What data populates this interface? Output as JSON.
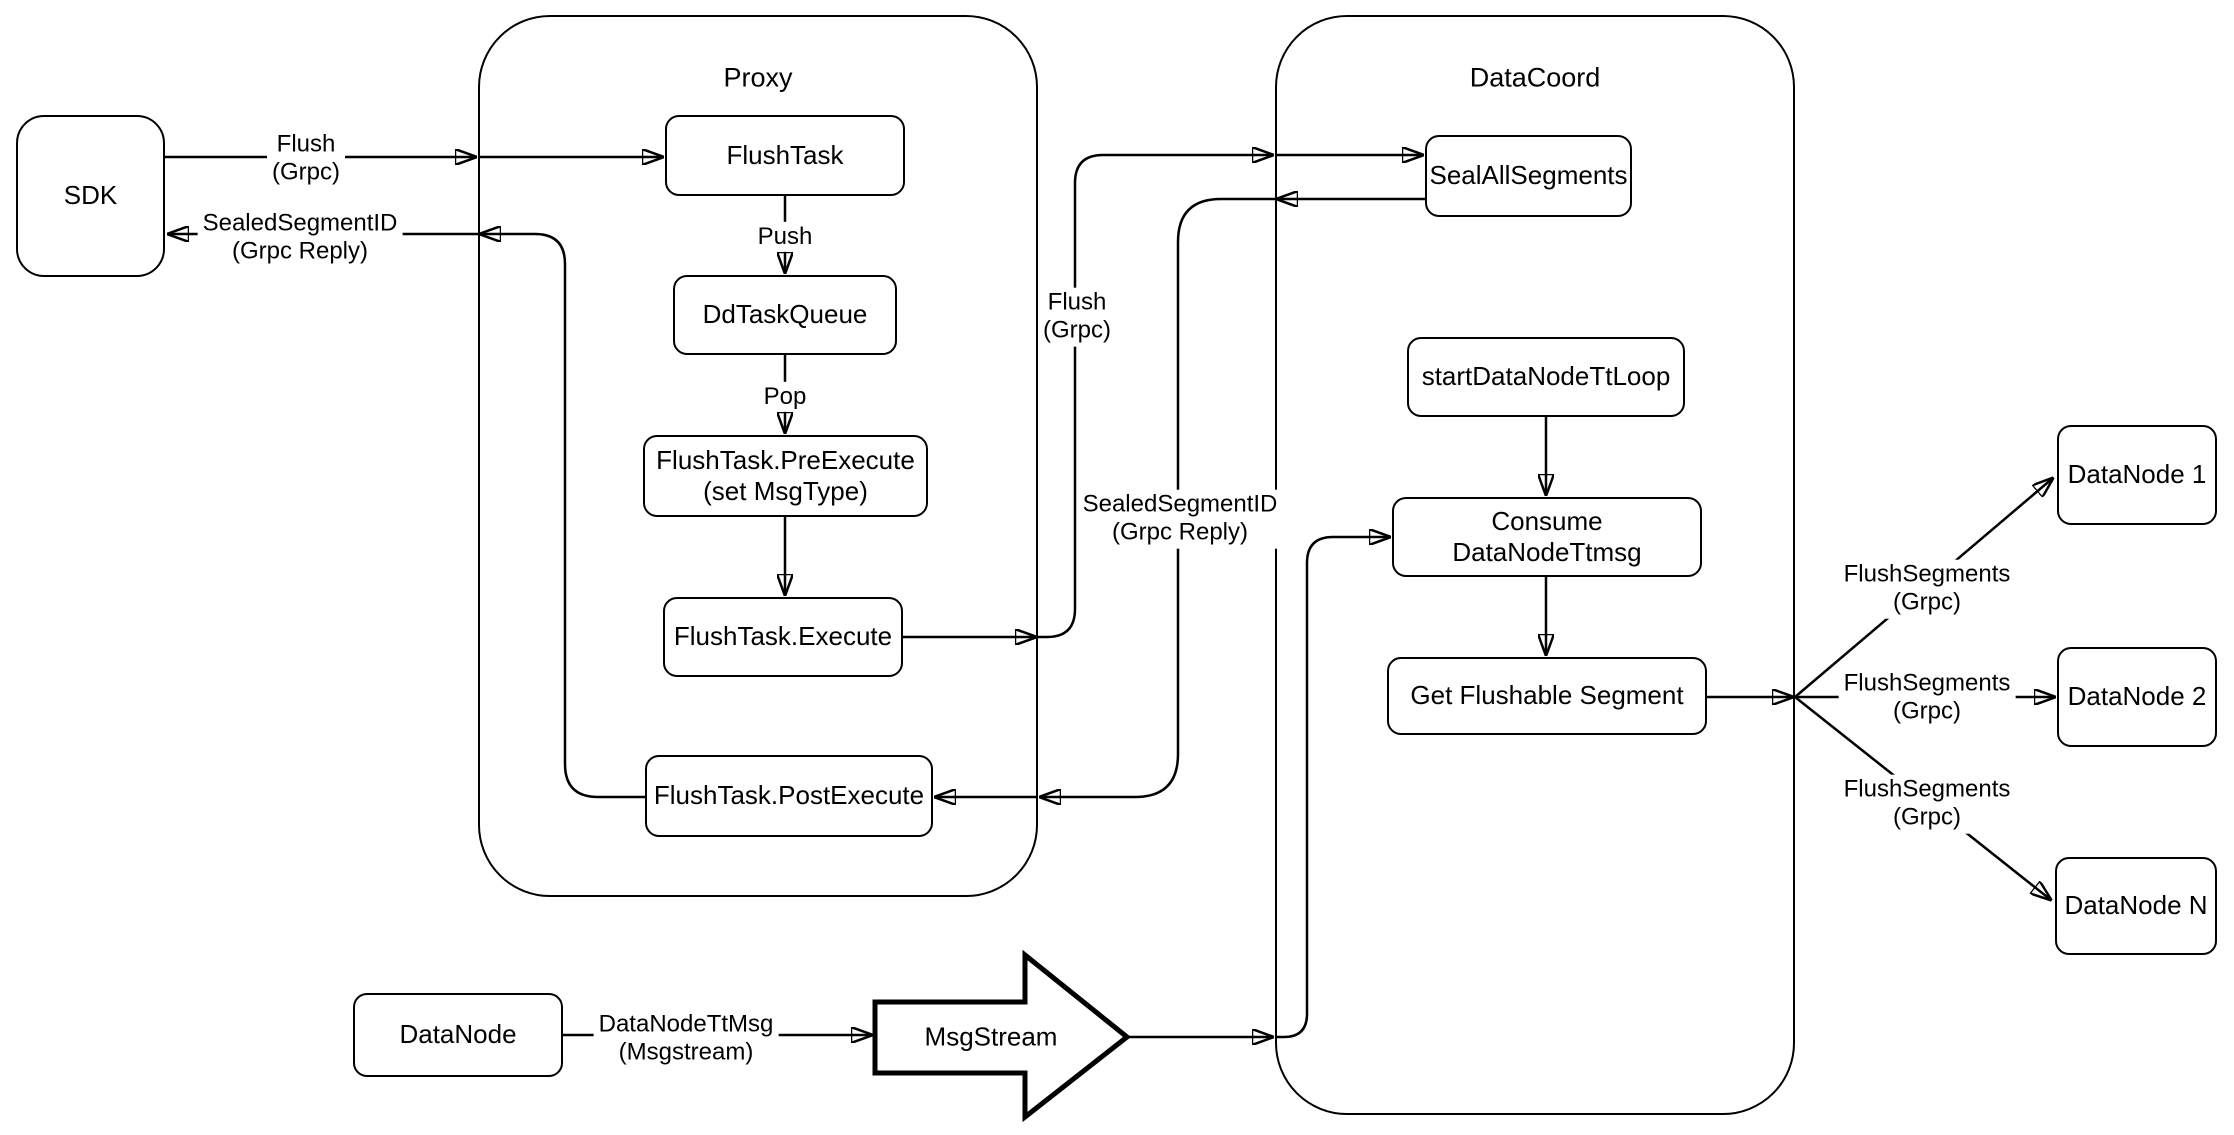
{
  "diagram": {
    "colors": {
      "stroke": "#000000",
      "background": "#ffffff"
    },
    "containers": {
      "proxy": {
        "label": "Proxy"
      },
      "datacoord": {
        "label": "DataCoord"
      }
    },
    "nodes": {
      "sdk": {
        "label": "SDK"
      },
      "flush_task": {
        "label": "FlushTask"
      },
      "dd_task_queue": {
        "label": "DdTaskQueue"
      },
      "pre_execute": {
        "line1": "FlushTask.PreExecute",
        "line2": "(set MsgType)"
      },
      "execute": {
        "label": "FlushTask.Execute"
      },
      "post_execute": {
        "label": "FlushTask.PostExecute"
      },
      "seal_all_segments": {
        "label": "SealAllSegments"
      },
      "start_data_node_tt_loop": {
        "label": "startDataNodeTtLoop"
      },
      "consume_data_node_ttmsg": {
        "label": "Consume DataNodeTtmsg"
      },
      "get_flushable_segment": {
        "label": "Get Flushable Segment"
      },
      "data_node": {
        "label": "DataNode"
      },
      "msg_stream": {
        "label": "MsgStream"
      },
      "data_node_1": {
        "label": "DataNode 1"
      },
      "data_node_2": {
        "label": "DataNode 2"
      },
      "data_node_n": {
        "label": "DataNode N"
      }
    },
    "edge_labels": {
      "flush_grpc_sdk": {
        "line1": "Flush",
        "line2": "(Grpc)"
      },
      "sealed_segment_id_sdk": {
        "line1": "SealedSegmentID",
        "line2": "(Grpc Reply)"
      },
      "push": {
        "label": "Push"
      },
      "pop": {
        "label": "Pop"
      },
      "flush_grpc_mid": {
        "line1": "Flush",
        "line2": "(Grpc)"
      },
      "sealed_segment_id_mid": {
        "line1": "SealedSegmentID",
        "line2": "(Grpc Reply)"
      },
      "flush_segments_1": {
        "line1": "FlushSegments",
        "line2": "(Grpc)"
      },
      "flush_segments_2": {
        "line1": "FlushSegments",
        "line2": "(Grpc)"
      },
      "flush_segments_3": {
        "line1": "FlushSegments",
        "line2": "(Grpc)"
      },
      "data_node_tt_msg": {
        "line1": "DataNodeTtMsg",
        "line2": "(Msgstream)"
      }
    }
  }
}
